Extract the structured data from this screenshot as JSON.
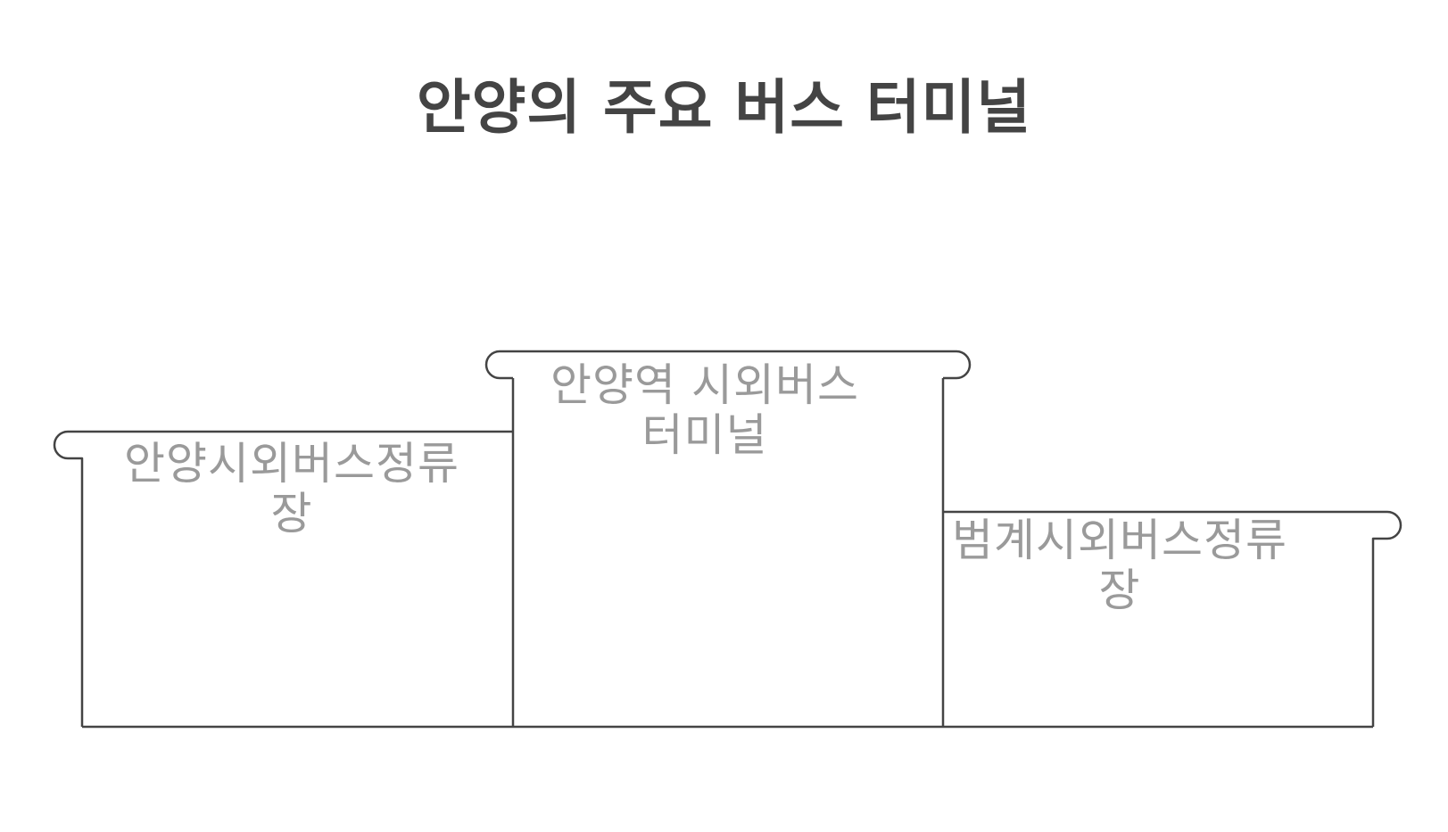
{
  "diagram": {
    "title": "안양의 주요 버스 터미널",
    "steps": [
      {
        "position": "left",
        "label": "안양시외버스정류장"
      },
      {
        "position": "center",
        "label": "안양역 시외버스 터미널"
      },
      {
        "position": "right",
        "label": "범계시외버스정류장"
      }
    ]
  },
  "colors": {
    "title": "#444444",
    "label": "#9a9a9a",
    "outline": "#444444",
    "background": "#ffffff"
  }
}
